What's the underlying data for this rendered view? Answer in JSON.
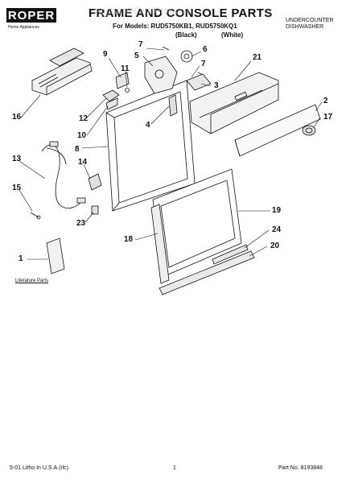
{
  "header": {
    "brand_logo": "ROPER",
    "brand_tagline": "Home Appliances",
    "title": "FRAME AND CONSOLE PARTS",
    "watermark": "AppliancePartsPros.com",
    "models_label": "For Models: RUD5750KB1, RUD5750KQ1",
    "variant_black": "(Black)",
    "variant_white": "(White)",
    "product_type_line1": "UNDERCOUNTER",
    "product_type_line2": "DISHWASHER"
  },
  "callouts": [
    "1",
    "2",
    "3",
    "4",
    "5",
    "6",
    "7",
    "7",
    "8",
    "9",
    "10",
    "11",
    "12",
    "13",
    "14",
    "15",
    "16",
    "17",
    "18",
    "19",
    "20",
    "21",
    "23",
    "24"
  ],
  "literature_label": "Literature Parts",
  "footer": {
    "printed": "5-01 Litho In U.S.A.(rlc)",
    "page_number": "1",
    "part_number": "Part No. 8193848"
  },
  "colors": {
    "ink": "#111111",
    "watermark": "#c8c8c8",
    "background": "#ffffff"
  }
}
